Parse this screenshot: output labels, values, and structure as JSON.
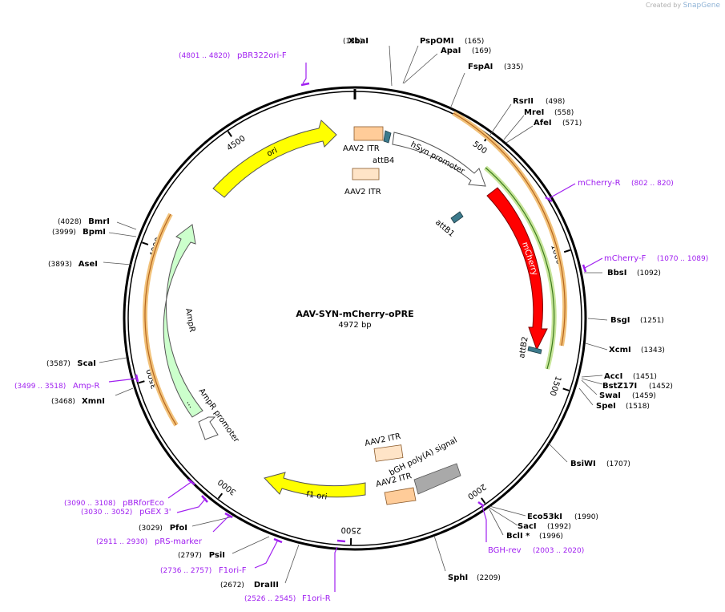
{
  "credit": {
    "created_by": "Created by",
    "app": "SnapGene"
  },
  "plasmid": {
    "name": "AAV-SYN-mCherry-oPRE",
    "length_label": "4972 bp",
    "length": 4972
  },
  "colors": {
    "ori": "#ffff00",
    "mcherry": "#ff0000",
    "ampr": "#ccffcc",
    "itr": "#ffd9b3",
    "itr_dark": "#ffcc99",
    "att": "#3c7a8c",
    "bgh": "#a9a9a9",
    "primer": "#a020f0",
    "orange_arc": "#e8a33d",
    "green_arc": "#5aa02c"
  },
  "ticks": [
    "500",
    "1000",
    "1500",
    "2000",
    "2500",
    "3000",
    "3500",
    "4000",
    "4500"
  ],
  "enzymes": [
    {
      "name": "XbaI",
      "pos": "(131)"
    },
    {
      "name": "PspOMI",
      "pos": "(165)"
    },
    {
      "name": "ApaI",
      "pos": "(169)"
    },
    {
      "name": "FspAI",
      "pos": "(335)"
    },
    {
      "name": "RsrII",
      "pos": "(498)"
    },
    {
      "name": "MreI",
      "pos": "(558)"
    },
    {
      "name": "AfeI",
      "pos": "(571)"
    },
    {
      "name": "BbsI",
      "pos": "(1092)"
    },
    {
      "name": "BsgI",
      "pos": "(1251)"
    },
    {
      "name": "XcmI",
      "pos": "(1343)"
    },
    {
      "name": "AccI",
      "pos": "(1451)"
    },
    {
      "name": "BstZ17I",
      "pos": "(1452)"
    },
    {
      "name": "SwaI",
      "pos": "(1459)"
    },
    {
      "name": "SpeI",
      "pos": "(1518)"
    },
    {
      "name": "BsiWI",
      "pos": "(1707)"
    },
    {
      "name": "Eco53kI",
      "pos": "(1990)"
    },
    {
      "name": "SacI",
      "pos": "(1992)"
    },
    {
      "name": "BclI *",
      "pos": "(1996)"
    },
    {
      "name": "SphI",
      "pos": "(2209)"
    },
    {
      "name": "DraIII",
      "pos": "(2672)"
    },
    {
      "name": "PsiI",
      "pos": "(2797)"
    },
    {
      "name": "PfoI",
      "pos": "(3029)"
    },
    {
      "name": "XmnI",
      "pos": "(3468)"
    },
    {
      "name": "ScaI",
      "pos": "(3587)"
    },
    {
      "name": "AseI",
      "pos": "(3893)"
    },
    {
      "name": "BpmI",
      "pos": "(3999)"
    },
    {
      "name": "BmrI",
      "pos": "(4028)"
    }
  ],
  "primers": [
    {
      "name": "pBR322ori-F",
      "range": "(4801 .. 4820)"
    },
    {
      "name": "mCherry-R",
      "range": "(802 .. 820)"
    },
    {
      "name": "mCherry-F",
      "range": "(1070 .. 1089)"
    },
    {
      "name": "BGH-rev",
      "range": "(2003 .. 2020)"
    },
    {
      "name": "F1ori-R",
      "range": "(2526 .. 2545)"
    },
    {
      "name": "F1ori-F",
      "range": "(2736 .. 2757)"
    },
    {
      "name": "pRS-marker",
      "range": "(2911 .. 2930)"
    },
    {
      "name": "pGEX 3'",
      "range": "(3030 .. 3052)"
    },
    {
      "name": "pBRforEco",
      "range": "(3090 .. 3108)"
    },
    {
      "name": "Amp-R",
      "range": "(3499 .. 3518)"
    }
  ],
  "features": {
    "itr1": "AAV2 ITR",
    "itr2": "AAV2 ITR",
    "itr3": "AAV2 ITR",
    "itr4": "AAV2 ITR",
    "attb4": "attB4",
    "attb1": "attB1",
    "attb2": "attB2",
    "hsyn": "hSyn promoter",
    "mcherry": "mCherry",
    "bgh": "bGH poly(A) signal",
    "f1ori": "f1 ori",
    "ampr_promoter": "AmpR promoter",
    "ampr": "AmpR",
    "ori": "ori",
    "ampr_dots": "..."
  }
}
